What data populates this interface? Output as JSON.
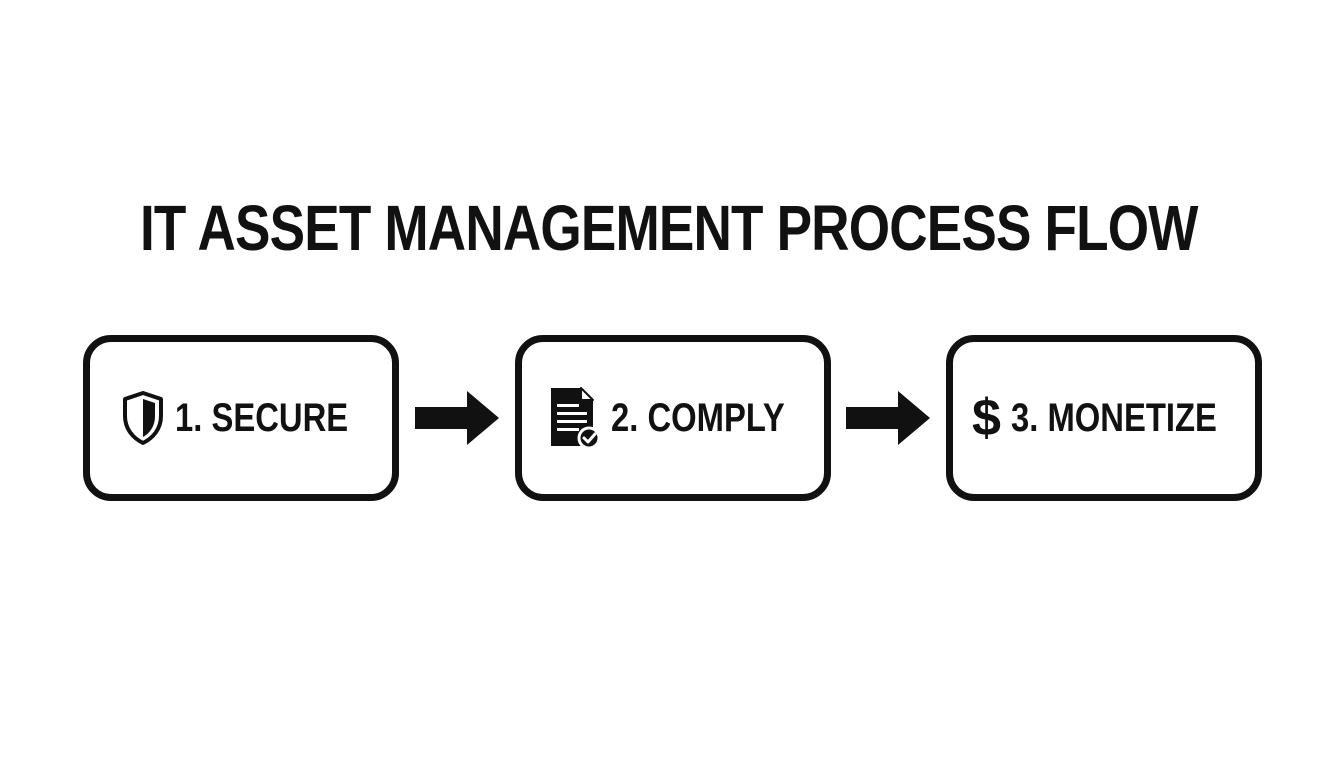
{
  "title": "IT ASSET MANAGEMENT PROCESS FLOW",
  "steps": [
    {
      "label": "1. SECURE",
      "icon": "shield-icon"
    },
    {
      "label": "2. COMPLY",
      "icon": "document-check-icon"
    },
    {
      "label": "3. MONETIZE",
      "icon": "dollar-icon",
      "icon_glyph": "$"
    }
  ],
  "connectors": [
    "arrow-right-icon",
    "arrow-right-icon"
  ],
  "colors": {
    "background": "#ffffff",
    "stroke": "#111111"
  }
}
